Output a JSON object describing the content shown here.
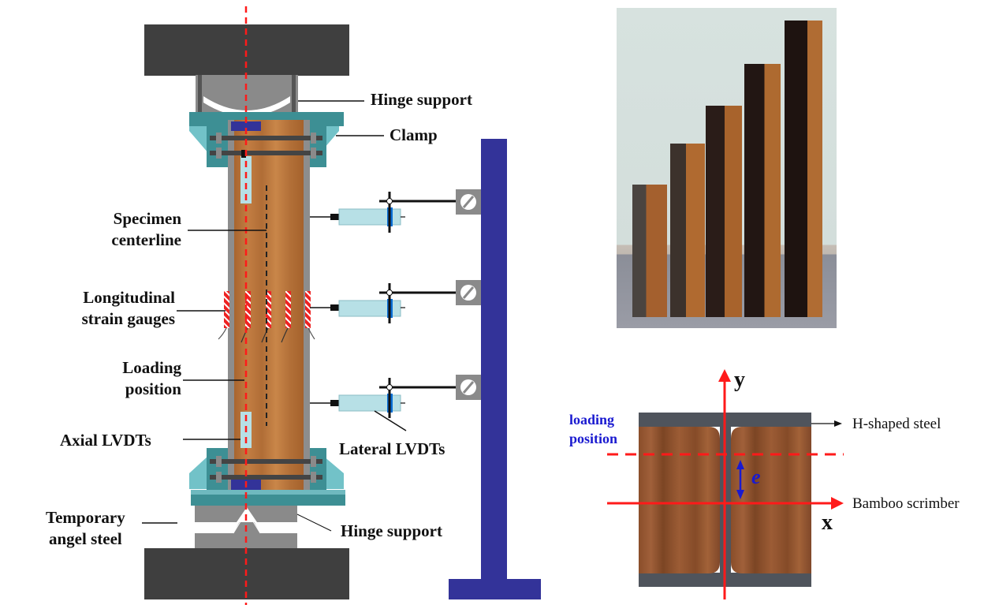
{
  "left_diagram": {
    "title": "Eccentric compression test setup",
    "labels": {
      "hinge_support_top": "Hinge support",
      "clamp": "Clamp",
      "specimen_centerline": [
        "Specimen",
        "centerline"
      ],
      "strain_gauges": [
        "Longitudinal",
        "strain gauges"
      ],
      "loading_position": [
        "Loading",
        "position"
      ],
      "axial_lvdts": "Axial LVDTs",
      "lateral_lvdts": "Lateral LVDTs",
      "temporary_angel_steel": [
        "Temporary",
        "angel steel"
      ],
      "hinge_support_bottom": "Hinge support"
    },
    "lateral_lvdt_count": 3,
    "strain_gauge_count": 5
  },
  "photo": {
    "description": "Five bamboo scrimber–steel specimens of increasing height",
    "specimen_count": 5
  },
  "cross_section": {
    "axis_y": "y",
    "axis_x": "x",
    "eccentricity_symbol": "e",
    "loading_position_label": [
      "loading",
      "position"
    ],
    "h_shaped_steel_label": "H-shaped steel",
    "bamboo_scrimber_label": "Bamboo scrimber"
  },
  "colors": {
    "steel_dark": "#3f3f3f",
    "steel_gray": "#8a8a8a",
    "clamp_teal": "#3d8f94",
    "clamp_light": "#72c2c8",
    "bamboo": "#b8733a",
    "column_blue": "#333399",
    "red_axis": "#ff1a1a",
    "lvdt_body": "#b7e0e6",
    "lvdt_band": "#0a6fd6",
    "label_blue": "#1a1ad0"
  }
}
